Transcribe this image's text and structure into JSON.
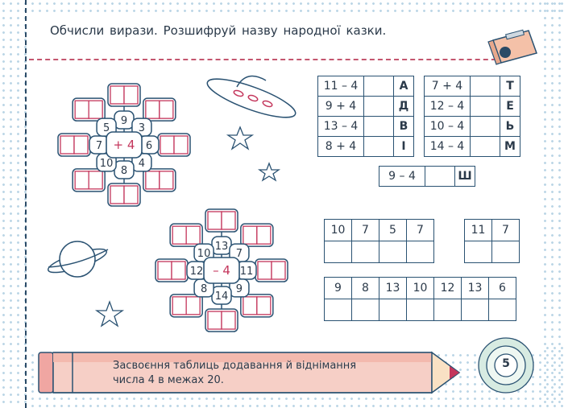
{
  "instruction": "Обчисли вирази. Розшифруй назву народної казки.",
  "wheel_plus": {
    "center": "+ 4",
    "numbers": [
      "9",
      "3",
      "6",
      "4",
      "8",
      "10",
      "7",
      "5"
    ]
  },
  "wheel_minus": {
    "center": "– 4",
    "numbers": [
      "13",
      "7",
      "11",
      "9",
      "14",
      "8",
      "12",
      "10"
    ]
  },
  "cipher_table": {
    "rows": [
      {
        "expr1": "11 – 4",
        "letter1": "А",
        "expr2": "7 + 4",
        "letter2": "Т"
      },
      {
        "expr1": "9 + 4",
        "letter1": "Д",
        "expr2": "12 – 4",
        "letter2": "Е"
      },
      {
        "expr1": "13 – 4",
        "letter1": "В",
        "expr2": "10 – 4",
        "letter2": "Ь"
      },
      {
        "expr1": "8 + 4",
        "letter1": "І",
        "expr2": "14 – 4",
        "letter2": "М"
      }
    ],
    "extra": {
      "expr": "9 – 4",
      "letter": "Ш"
    }
  },
  "answer_grid_1": [
    "10",
    "7",
    "5",
    "7"
  ],
  "answer_grid_2": [
    "11",
    "7"
  ],
  "answer_grid_3": [
    "9",
    "8",
    "13",
    "10",
    "12",
    "13",
    "6"
  ],
  "banner": {
    "line1": "Засвоєння таблиць додавання й віднімання",
    "line2": "числа 4 в межах 20."
  },
  "page_number": "5",
  "colors": {
    "accent": "#c4365c",
    "stroke": "#2a5272",
    "dots": "#bcd6e6"
  }
}
